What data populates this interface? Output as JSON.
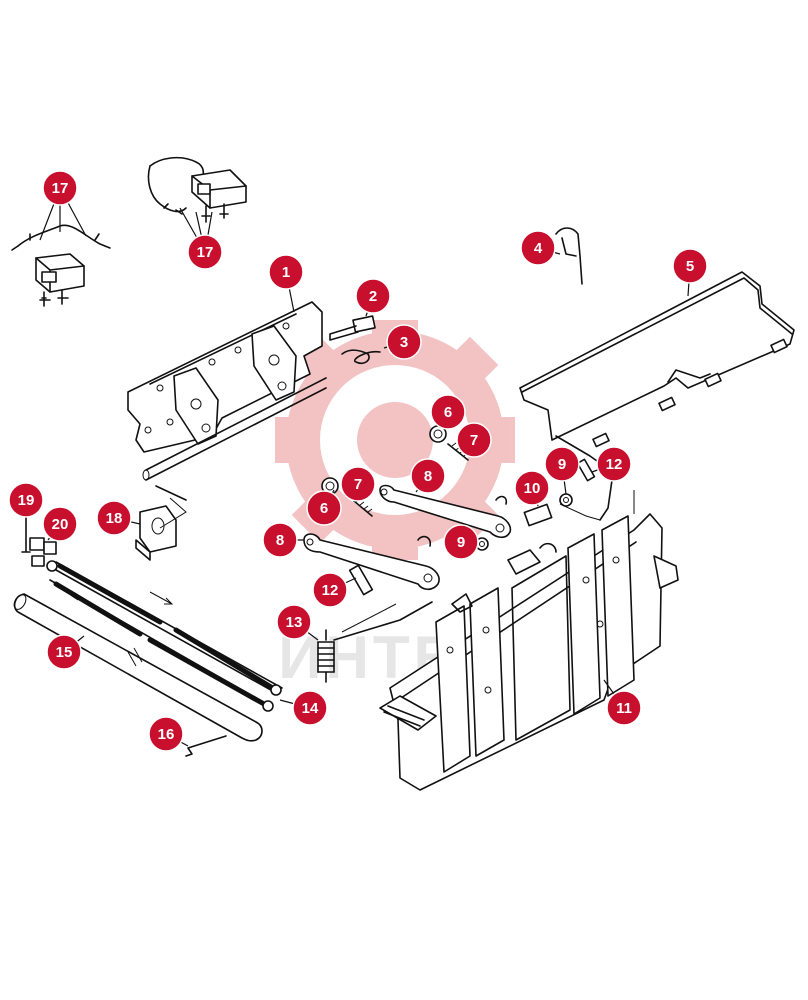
{
  "colors": {
    "callout": "#c8102e",
    "watermark": "#f2b8b8",
    "watermark_text": "#e6e6e6",
    "line": "#111111"
  },
  "watermark": {
    "text": "ИНТЕХ"
  },
  "callouts": [
    {
      "id": "c1",
      "label": "1"
    },
    {
      "id": "c2",
      "label": "2"
    },
    {
      "id": "c3",
      "label": "3"
    },
    {
      "id": "c4",
      "label": "4"
    },
    {
      "id": "c5",
      "label": "5"
    },
    {
      "id": "c6a",
      "label": "6"
    },
    {
      "id": "c6b",
      "label": "6"
    },
    {
      "id": "c7a",
      "label": "7"
    },
    {
      "id": "c7b",
      "label": "7"
    },
    {
      "id": "c8a",
      "label": "8"
    },
    {
      "id": "c8b",
      "label": "8"
    },
    {
      "id": "c9a",
      "label": "9"
    },
    {
      "id": "c9b",
      "label": "9"
    },
    {
      "id": "c10",
      "label": "10"
    },
    {
      "id": "c11",
      "label": "11"
    },
    {
      "id": "c12a",
      "label": "12"
    },
    {
      "id": "c12b",
      "label": "12"
    },
    {
      "id": "c13",
      "label": "13"
    },
    {
      "id": "c14",
      "label": "14"
    },
    {
      "id": "c15",
      "label": "15"
    },
    {
      "id": "c16",
      "label": "16"
    },
    {
      "id": "c17a",
      "label": "17"
    },
    {
      "id": "c17b",
      "label": "17"
    },
    {
      "id": "c18",
      "label": "18"
    },
    {
      "id": "c19",
      "label": "19"
    },
    {
      "id": "c20",
      "label": "20"
    }
  ]
}
